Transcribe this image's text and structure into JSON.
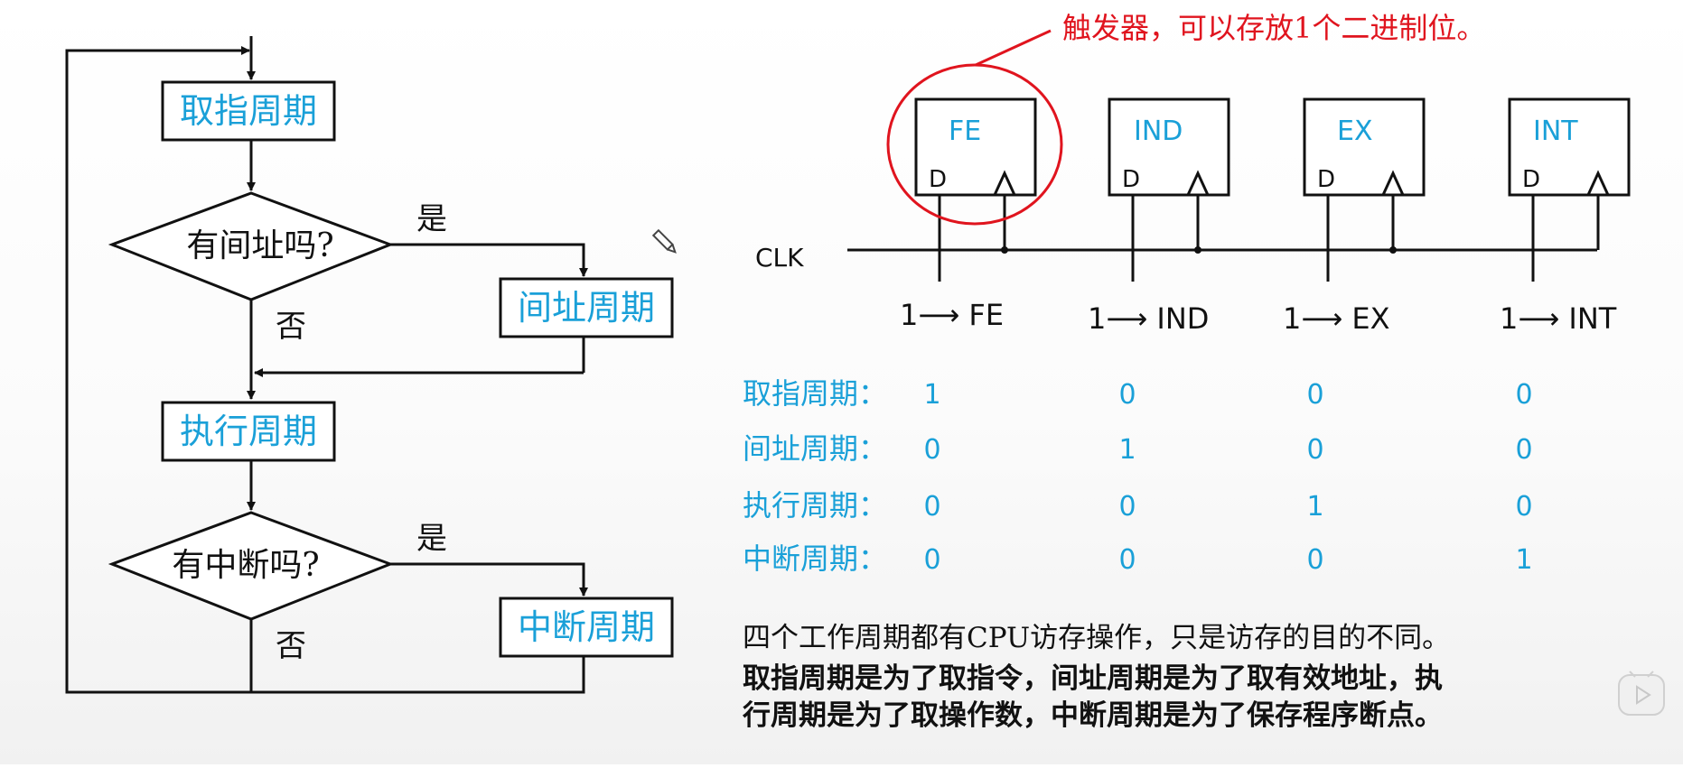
{
  "flowchart": {
    "fetch": "取指周期",
    "q_indirect": "有间址吗?",
    "indirect": "间址周期",
    "execute": "执行周期",
    "q_interrupt": "有中断吗?",
    "interrupt": "中断周期",
    "yes": "是",
    "no": "否"
  },
  "circuit": {
    "annotation": "触发器，可以存放1个二进制位。",
    "clk": "CLK",
    "d": "D",
    "flipflops": [
      {
        "name": "FE",
        "set": "1⟶ FE"
      },
      {
        "name": "IND",
        "set": "1⟶ IND"
      },
      {
        "name": "EX",
        "set": "1⟶ EX"
      },
      {
        "name": "INT",
        "set": "1⟶ INT"
      }
    ]
  },
  "states": [
    {
      "label": "取指周期：",
      "values": [
        "1",
        "0",
        "0",
        "0"
      ]
    },
    {
      "label": "间址周期：",
      "values": [
        "0",
        "1",
        "0",
        "0"
      ]
    },
    {
      "label": "执行周期：",
      "values": [
        "0",
        "0",
        "1",
        "0"
      ]
    },
    {
      "label": "中断周期：",
      "values": [
        "0",
        "0",
        "0",
        "1"
      ]
    }
  ],
  "notes": {
    "line1": "四个工作周期都有CPU访存操作，只是访存的目的不同。",
    "line2": "取指周期是为了取指令，间址周期是为了取有效地址，执",
    "line3": "行周期是为了取操作数，中断周期是为了保存程序断点。"
  },
  "colors": {
    "accent": "#1aa0d8",
    "annotation": "#e0141e",
    "ink": "#111111"
  }
}
